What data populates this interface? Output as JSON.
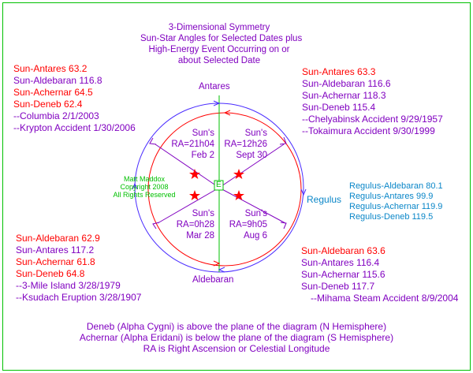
{
  "title": {
    "line1": "3-Dimensional Symmetry",
    "line2": "Sun-Star Angles for Selected Dates plus",
    "line3": "High-Energy Event Occurring on or",
    "line4": "about Selected Date"
  },
  "axis_labels": {
    "top": "Antares",
    "bottom": "Aldebaran",
    "right": "Regulus",
    "earth": "E"
  },
  "copyright": {
    "line1": "Matt Maddox",
    "line2": "Copyright 2008",
    "line3": "All Rights Reserved"
  },
  "quadrants": {
    "top_left": {
      "label": "Sun's",
      "ra": "RA=21h04",
      "date": "Feb 2"
    },
    "top_right": {
      "label": "Sun's",
      "ra": "RA=12h26",
      "date": "Sept 30"
    },
    "bottom_left": {
      "label": "Sun's",
      "ra": "RA=0h28",
      "date": "Mar 28"
    },
    "bottom_right": {
      "label": "Sun's",
      "ra": "RA=9h05",
      "date": "Aug 6"
    }
  },
  "blocks": {
    "top_left": {
      "l1": "Sun-Antares 63.2",
      "l2": "Sun-Aldebaran 116.8",
      "l3": "Sun-Achernar 64.5",
      "l4": "Sun-Deneb 62.4",
      "l5": "--Columbia 2/1/2003",
      "l6": "--Krypton Accident 1/30/2006"
    },
    "top_right": {
      "l1": "Sun-Antares 63.3",
      "l2": "Sun-Aldebaran 116.6",
      "l3": "Sun-Achernar 118.3",
      "l4": "Sun-Deneb 115.4",
      "l5": "--Chelyabinsk Accident 9/29/1957",
      "l6": "--Tokaimura Accident 9/30/1999"
    },
    "bottom_left": {
      "l1": "Sun-Aldebaran 62.9",
      "l2": "Sun-Antares 117.2",
      "l3": "Sun-Achernar 61.8",
      "l4": "Sun-Deneb 64.8",
      "l5": "--3-Mile Island 3/28/1979",
      "l6": "--Ksudach Eruption 3/28/1907"
    },
    "bottom_right": {
      "l1": "Sun-Aldebaran 63.6",
      "l2": "Sun-Antares 116.4",
      "l3": "Sun-Achernar 115.6",
      "l4": "Sun-Deneb 117.7",
      "l5": "--Mihama Steam Accident 8/9/2004"
    },
    "regulus": {
      "l1": "Regulus-Aldebaran 80.1",
      "l2": "Regulus-Antares 99.9",
      "l3": "Regulus-Achernar 119.9",
      "l4": "Regulus-Deneb 119.5"
    }
  },
  "footer": {
    "line1": "Deneb (Alpha Cygni) is above the plane of the diagram (N Hemisphere)",
    "line2": "Achernar (Alpha Eridani) is below the plane of the diagram (S Hemisphere)",
    "line3": "RA is Right Ascension or Celestial Longitude"
  },
  "colors": {
    "red": "#ff0000",
    "purple": "#8000c0",
    "teal": "#0a86c8",
    "green": "#00c000",
    "blue_orbit": "#4a2cff"
  }
}
